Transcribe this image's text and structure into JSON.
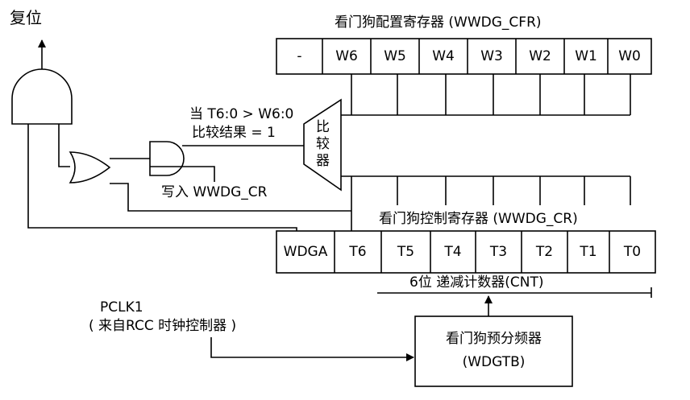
{
  "reset_label": "复位",
  "cfr_title": "看门狗配置寄存器 (WWDG_CFR)",
  "cfr_bits": [
    "-",
    "W6",
    "W5",
    "W4",
    "W3",
    "W2",
    "W1",
    "W0"
  ],
  "comparator": {
    "line1": "比",
    "line2": "较",
    "line3": "器"
  },
  "condition_line1": "当 T6:0 > W6:0",
  "condition_line2": "比较结果 = 1",
  "write_label": "写入 WWDG_CR",
  "cr_title": "看门狗控制寄存器 (WWDG_CR)",
  "cr_bits": [
    "WDGA",
    "T6",
    "T5",
    "T4",
    "T3",
    "T2",
    "T1",
    "T0"
  ],
  "counter_label": "6位 递减计数器(CNT)",
  "pclk_label": "PCLK1",
  "pclk_source": "( 来自RCC 时钟控制器 )",
  "prescaler": {
    "line1": "看门狗预分频器",
    "line2": "(WDGTB)"
  }
}
